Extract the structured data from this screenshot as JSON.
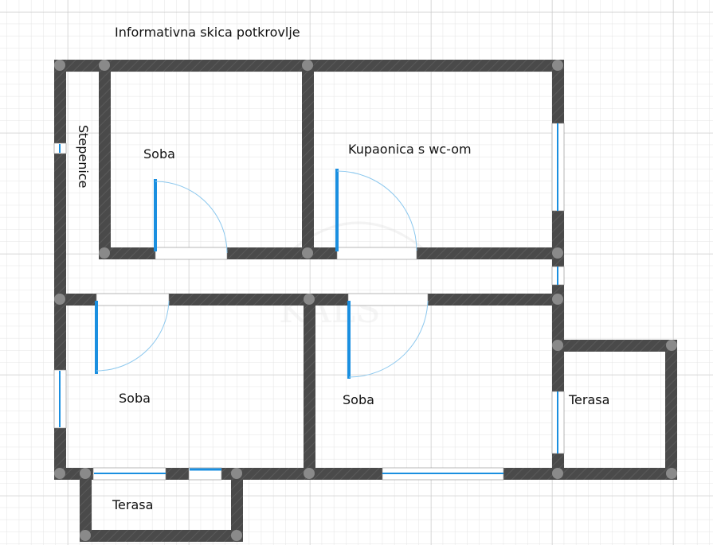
{
  "title": "Informativna skica potkrovlje",
  "rooms": [
    {
      "label": "Stepenice"
    },
    {
      "label": "Soba"
    },
    {
      "label": "Kupaonica s wc-om"
    },
    {
      "label": "Soba"
    },
    {
      "label": "Soba"
    },
    {
      "label": "Terasa"
    },
    {
      "label": "Terasa"
    }
  ],
  "colors": {
    "wall": "#4a4a4a",
    "door": "#1a8fe0",
    "arc": "#8cc8ee",
    "grid_minor": "#e6e6e6",
    "grid_major": "#cfcfcf"
  }
}
